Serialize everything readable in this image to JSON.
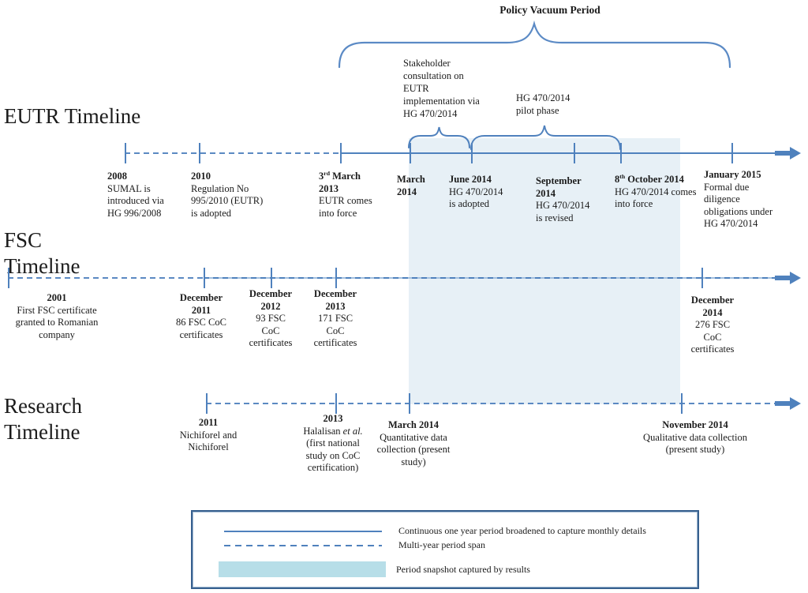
{
  "policy_vacuum_label": "Policy Vacuum Period",
  "annotations": {
    "stakeholder": "Stakeholder consultation on EUTR implementation via HG 470/2014",
    "pilot": "HG 470/2014 pilot phase"
  },
  "timelines": {
    "eutr": {
      "title": "EUTR Timeline",
      "events": [
        {
          "heading": "2008",
          "body": "SUMAL is introduced via HG 996/2008"
        },
        {
          "heading": "2010",
          "body": "Regulation No 995/2010 (EUTR) is adopted"
        },
        {
          "h_pre": "3",
          "h_sup": "rd",
          "h_rest": " March 2013",
          "body": "EUTR comes into force"
        },
        {
          "heading": "March 2014",
          "body": ""
        },
        {
          "heading": "June 2014",
          "body": "HG 470/2014 is adopted"
        },
        {
          "heading": "September 2014",
          "body": "HG 470/2014 is revised"
        },
        {
          "h_pre": "8",
          "h_sup": "th",
          "h_rest": " October 2014",
          "body": "HG 470/2014 comes into force"
        },
        {
          "heading": "January 2015",
          "body": "Formal due diligence obligations under HG 470/2014"
        }
      ]
    },
    "fsc": {
      "title": "FSC Timeline",
      "events": [
        {
          "heading": "2001",
          "body": "First FSC certificate granted to Romanian company"
        },
        {
          "heading": "December 2011",
          "body": "86 FSC CoC certificates"
        },
        {
          "heading": "December 2012",
          "body": "93 FSC CoC certificates"
        },
        {
          "heading": "December 2013",
          "body": "171 FSC CoC certificates"
        },
        {
          "heading": "December 2014",
          "body": "276 FSC CoC certificates"
        }
      ]
    },
    "research": {
      "title": "Research Timeline",
      "events": [
        {
          "heading": "2011",
          "body": "Nichiforel and Nichiforel"
        },
        {
          "heading": "2013",
          "b_pre": "Halalisan ",
          "b_it": "et al.",
          "b_rest": " (first national study on CoC certification)"
        },
        {
          "heading": "March 2014",
          "body": "Quantitative data collection (present study)"
        },
        {
          "heading": "November 2014",
          "body": "Qualitative data collection (present study)"
        }
      ]
    }
  },
  "legend": {
    "items": [
      {
        "style": "solid-line",
        "label": "Continuous one year period  broadened to capture monthly details"
      },
      {
        "style": "dashed-line",
        "label": "Multi-year period span"
      },
      {
        "style": "filled-rect",
        "label": "Period snapshot captured by results"
      }
    ]
  },
  "colors": {
    "line_blue": "#4f81bd",
    "dash_blue": "#5b89c2",
    "snapshot_fill": "#e7f0f6",
    "legend_swatch_fill": "#b7dee8",
    "legend_border": "#37608f"
  }
}
